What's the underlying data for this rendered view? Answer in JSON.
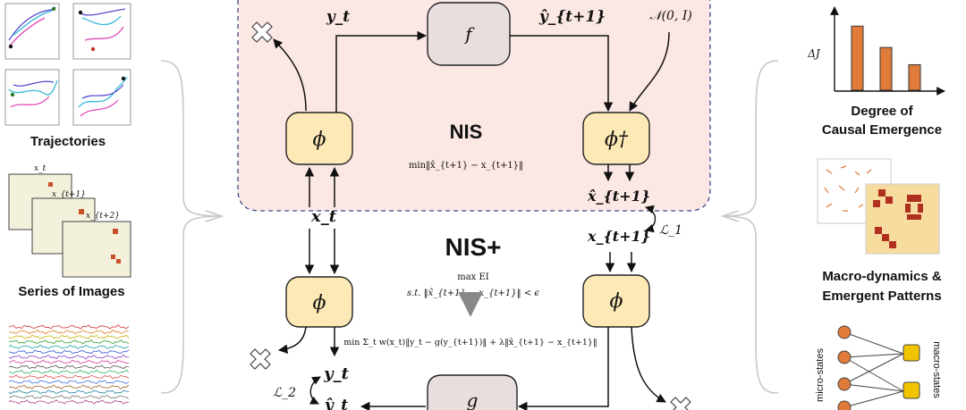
{
  "left_panel": {
    "trajectories_label": "Trajectories",
    "series_label": "Series of Images",
    "frame_labels": [
      "x_t",
      "x_{t+1}",
      "x_{t+2}"
    ]
  },
  "nis_box": {
    "title": "NIS",
    "objective": "min‖x̂_{t+1} − x_{t+1}‖"
  },
  "nis_plus": {
    "title": "NIS+",
    "objective_line1": "max EI",
    "objective_line2": "s.t. ‖x̂_{t+1} − x_{t+1}‖ < ϵ",
    "objective_line3": "min Σ_t w(x_t)‖y_t − g(y_{t+1})‖ + λ‖x̂_{t+1} − x_{t+1}‖"
  },
  "nodes": {
    "phi": "ϕ",
    "phi_dagger": "ϕ†",
    "f": "f",
    "g": "g"
  },
  "symbols": {
    "y_t": "y_t",
    "y_hat_t1": "ŷ_{t+1}",
    "noise": "𝒩(0, I)",
    "x_t": "x_t",
    "x_hat_t1": "x̂_{t+1}",
    "x_t1": "x_{t+1}",
    "L1": "ℒ_1",
    "L2": "ℒ_2",
    "y_hat_t": "ŷ_t"
  },
  "right_panel": {
    "emergence_label_line1": "Degree of",
    "emergence_label_line2": "Causal Emergence",
    "delta_j": "ΔJ",
    "emergence_bars": [
      0.78,
      0.52,
      0.31
    ],
    "macro_label_line1": "Macro-dynamics &",
    "macro_label_line2": "Emergent Patterns",
    "micro_states": "micro-states",
    "macro_states": "macro-states"
  },
  "colors": {
    "nis_fill": "#fbe7e4",
    "nis_border": "#3a4a8a",
    "phi_fill": "#fde9b5",
    "phi_border": "#222222",
    "fg_fill": "#e8dede",
    "bar_fill": "#e07b39",
    "brace": "#c8c8c8",
    "macro_node": "#f2c400"
  }
}
